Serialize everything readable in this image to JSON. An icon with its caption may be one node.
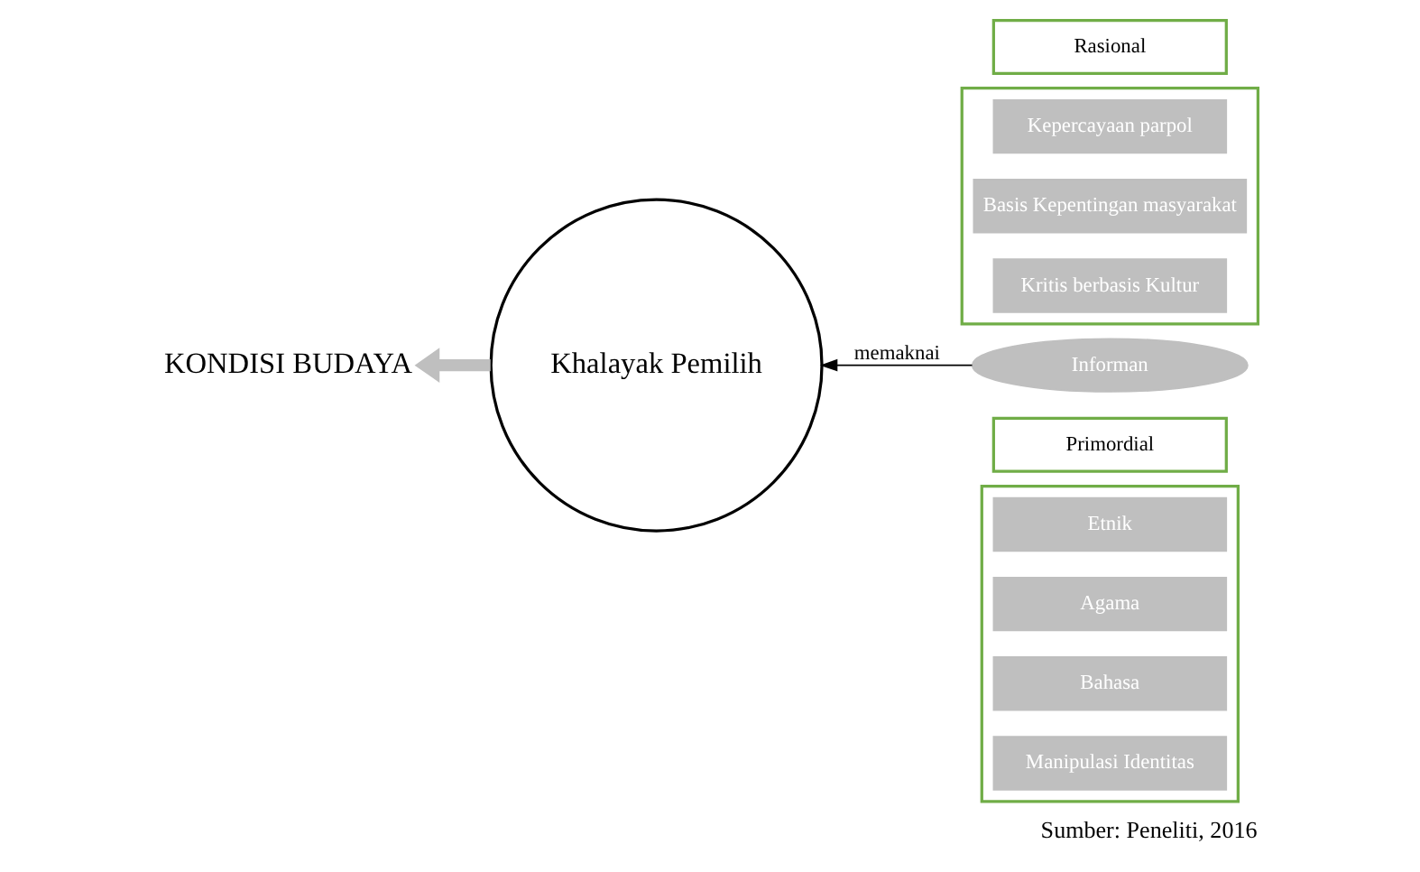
{
  "diagram": {
    "caption": "Sumber: Peneliti, 2016",
    "nodes": [
      {
        "text": [],
        "shape": "box"
      },
      {
        "text": [
          "Etnik"
        ],
        "in": 0
      },
      {
        "text": [
          "Agama"
        ],
        "in": 0
      },
      {
        "text": [
          "Bahasa"
        ],
        "in": 0
      },
      {
        "text": [
          "Manipulasi Identitas"
        ],
        "in": 0
      },
      {
        "text": [
          "Primordial"
        ]
      },
      {
        "text": [
          "KONDISI BUDAYA"
        ]
      },
      {
        "text": [],
        "shape": "box"
      },
      {
        "text": [
          "Kepercayaan parpol"
        ],
        "in": 7
      },
      {
        "text": [
          "Basis Kepentingan masyarakat"
        ],
        "in": 7
      },
      {
        "text": [
          "Kritis berbasis Kultur"
        ],
        "in": 7
      },
      {
        "text": [
          "Rasional"
        ]
      },
      {
        "text": [
          "Informan"
        ]
      },
      {
        "text": [
          "Khalayak Pemilih"
        ]
      }
    ],
    "edges": [
      {
        "from": 12,
        "to": 13,
        "arrow": "to",
        "label": "memaknai"
      },
      {
        "from": 13,
        "to": 6,
        "arrow": "to",
        "style": "thick",
        "color": "#bfbfbf"
      }
    ]
  }
}
